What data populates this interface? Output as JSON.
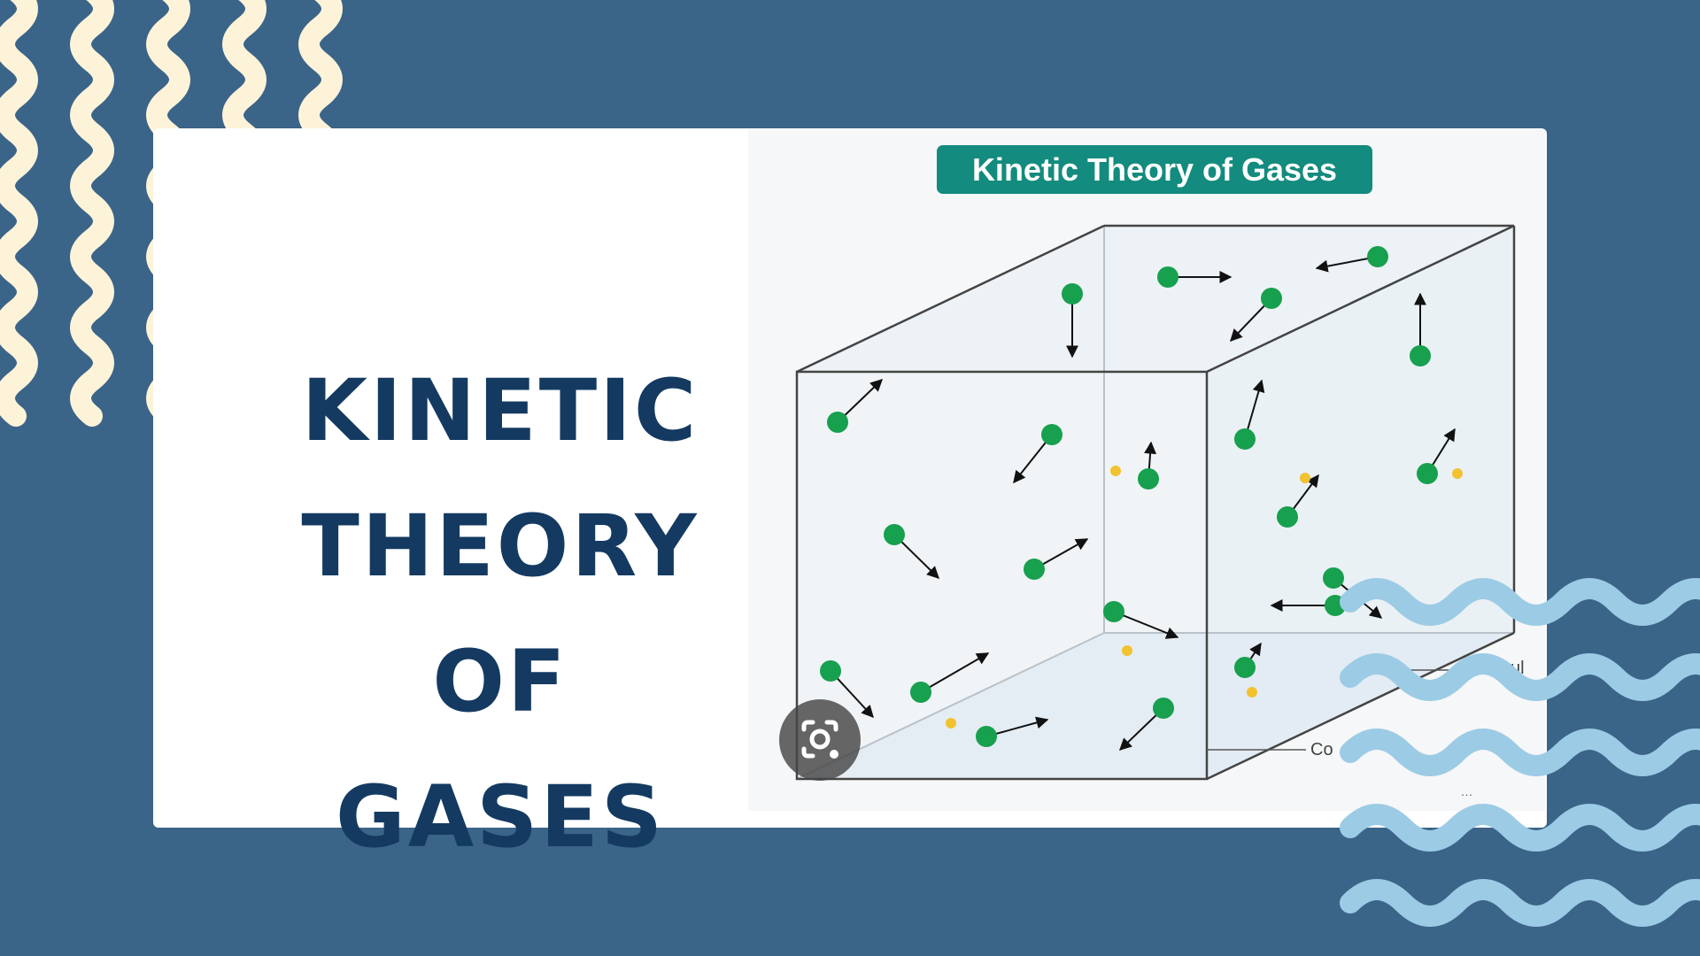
{
  "slide": {
    "title_lines": [
      "KINETIC",
      "THEORY OF",
      "GASES"
    ],
    "colors": {
      "background": "#3b6489",
      "card": "#ffffff",
      "title": "#143a61",
      "cream_wave": "#fdf3d8",
      "blue_wave": "#9ccbe5"
    }
  },
  "figure": {
    "title": "Kinetic Theory of Gases",
    "title_badge_color": "#138b7e",
    "molecule_color": "#17a04e",
    "collision_color": "#f2c230",
    "partial_labels": [
      "cul",
      "Co"
    ],
    "watermark": "…",
    "lens_icon": "visual-search-camera-icon"
  }
}
